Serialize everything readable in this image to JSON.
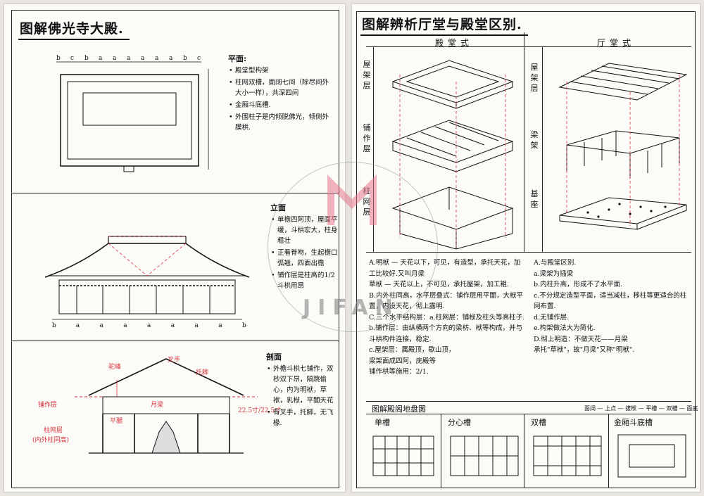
{
  "left": {
    "title": "图解佛光寺大殿.",
    "plan": {
      "bay_letters": [
        "b",
        "c",
        "b",
        "a",
        "a",
        "a",
        "a",
        "a",
        "a",
        "b",
        "c"
      ],
      "heading": "平面:",
      "notes": [
        "殿堂型构架",
        "柱网双槽，面阔七间（除尽间外大小一样），共深四间",
        "金厢斗底槽.",
        "外围柱子是内倾脱佛光，倾侧外膜栱."
      ]
    },
    "elevation": {
      "heading": "立面",
      "notes": [
        "单檐四阿顶，屋面平缓，斗栱宏大，柱身粗壮",
        "正看脊吻，生起檐口弧翘，四面出檐",
        "铺作层是柱高的1/2斗栱用昂"
      ],
      "bay_letters": [
        "b",
        "a",
        "a",
        "a",
        "a",
        "a",
        "a",
        "a",
        "b"
      ]
    },
    "section": {
      "heading": "剖面",
      "notes": [
        "外檐斗栱七铺作，双杪双下昂，隔跳偷心，内为明袱，草袱，乳栿，平闇天花",
        "有叉手，托脚，无飞椽."
      ],
      "labels": {
        "qiguan": "叉手",
        "tuojiao": "托脚",
        "shezhe": "驼峰",
        "puzuo": "铺作层",
        "zhuwang": "柱网层",
        "zhuwang_note": "(内外柱同高)",
        "yue": "月梁",
        "tianhua": "平闇",
        "dim": "22.5寸/22.5寸"
      }
    }
  },
  "right": {
    "title": "图解辨析厅堂与殿堂区别.",
    "col_left": "殿堂式",
    "col_right": "厅堂式",
    "left_layers": [
      "屋架层",
      "铺作层",
      "柱网层"
    ],
    "right_layers": [
      "屋架层",
      "梁架",
      "基座"
    ],
    "notes_left": "A.明栿 — 天花以下，可见，有造型，承托天花，加工比较好.又叫月梁\n草栿 — 天花以上，不可见，承托屋架，加工粗.\nB.内外柱同高，水平层叠式：铺作层用平闇，大栿平置，内设天花，彻上露明.\nC.三个水平结构层：a.柱网层：铺栿及柱头等高柱子.\n  b.铺作层：由纵横两个方向的梁枋、栿等构成，并与斗栱构件连接，稳定.\n  c.屋架层：属殿顶，歇山顶，\n  梁架面成四阿，庑殿等\n  铺作栱等施用：2/1.",
    "notes_right": "A.与殿堂区别.\n a.梁架为插梁\n b.内柱升高，形成不了水平面.\n c.不分规定造型平面，适当减柱，移柱等更适合的柱网布置.\n d.无铺作层.\n e.构架做法大为简化.\n D.彻上明造：不做天花——月梁\n 承托\"草栿\"，故\"月梁\"又称\"明栿\".",
    "grid_title": "图解殿阁地盘图",
    "grid_legend": "面阔 — 上点 — 拔栿 — 平槽 — 双槽 — 面底",
    "grids": [
      "单槽",
      "分心槽",
      "双槽",
      "金厢斗底槽"
    ]
  },
  "watermark": "JIFAN",
  "colors": {
    "ink": "#111111",
    "accent": "#d8333b",
    "paper": "#fbfbf8"
  }
}
